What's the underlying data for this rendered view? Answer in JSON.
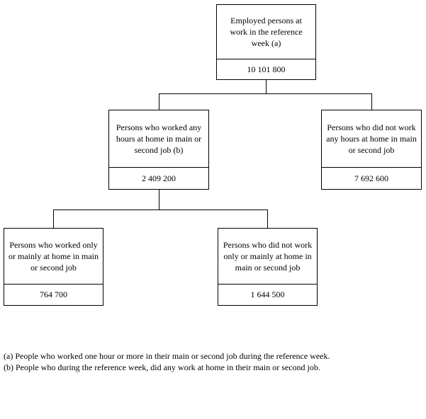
{
  "diagram": {
    "nodes": {
      "root": {
        "label": "Employed persons at work in the reference week (a)",
        "value": "10 101 800"
      },
      "worked_home": {
        "label": "Persons who worked any hours at home in main or second job (b)",
        "value": "2 409 200"
      },
      "no_hours_home": {
        "label": "Persons who did not work any hours at home in main or second job",
        "value": "7 692 600"
      },
      "only_mainly_home": {
        "label": "Persons who worked only or mainly at home in main or second job",
        "value": "764 700"
      },
      "not_only_mainly_home": {
        "label": "Persons who did not work only or mainly at home in main or second job",
        "value": "1 644 500"
      }
    },
    "footnotes": {
      "a": "(a) People who worked one hour or more in their main or second job during the reference week.",
      "b": "(b) People who during the reference week, did any work at home in their main or second job."
    },
    "colors": {
      "line": "#000000",
      "text": "#000000",
      "background": "#ffffff"
    }
  }
}
